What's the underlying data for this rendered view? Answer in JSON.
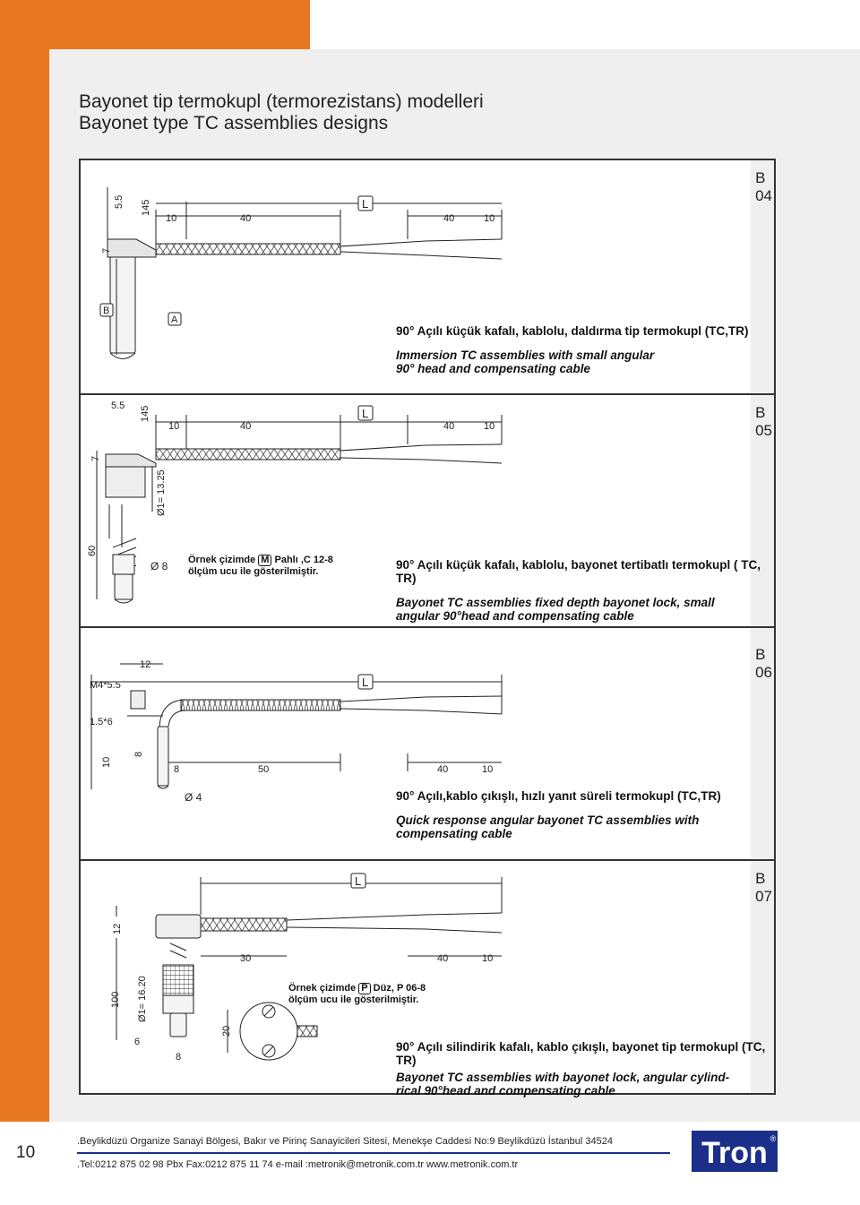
{
  "header": {
    "title_tr": "Bayonet tip termokupl (termorezistans) modelleri",
    "title_en": "Bayonet type TC assemblies designs"
  },
  "sections": [
    {
      "code_letter": "B",
      "code_number": "04",
      "desc_tr": "90° Açılı küçük kafalı, kablolu, daldırma tip termokupl (TC,TR)",
      "desc_en_1": "Immersion TC assemblies with small angular",
      "desc_en_2": "90° head and compensating cable",
      "dims": {
        "d55": "5.5",
        "d145": "145",
        "d10a": "10",
        "d40a": "40",
        "L": "L",
        "d40b": "40",
        "d10b": "10",
        "d7": "7",
        "B": "B",
        "A": "A"
      }
    },
    {
      "code_letter": "B",
      "code_number": "05",
      "desc_tr": "90° Açılı küçük kafalı, kablolu, bayonet tertibatlı termokupl ( TC, TR)",
      "desc_en_1": "Bayonet TC assemblies fixed depth bayonet lock, small",
      "desc_en_2": "angular 90°head and compensating cable",
      "note_1a": "Örnek çizimde",
      "note_box": "M",
      "note_1b": "Pahlı ,C 12-8",
      "note_2": "ölçüm ucu ile gösterilmiştir.",
      "dims": {
        "d55": "5.5",
        "d145": "145",
        "d10a": "10",
        "d40a": "40",
        "L": "L",
        "d40b": "40",
        "d10b": "10",
        "d7": "7",
        "dia1325": "Ø1= 13.25",
        "d60": "60",
        "dia8": "Ø 8"
      }
    },
    {
      "code_letter": "B",
      "code_number": "06",
      "desc_tr": "90° Açılı,kablo çıkışlı, hızlı yanıt süreli termokupl (TC,TR)",
      "desc_en_1": "Quick response angular bayonet TC assemblies with",
      "desc_en_2": "compensating cable",
      "dims": {
        "d12": "12",
        "m4": "M4*5.5",
        "L": "L",
        "d156": "1.5*6",
        "d10": "10",
        "d8a": "8",
        "d8b": "8",
        "d50": "50",
        "d40": "40",
        "d10b": "10",
        "dia4": "Ø 4"
      }
    },
    {
      "code_letter": "B",
      "code_number": "07",
      "desc_tr": "90° Açılı silindirik kafalı, kablo çıkışlı, bayonet tip termokupl (TC, TR)",
      "desc_en_1": "Bayonet TC assemblies with bayonet lock, angular cylind-",
      "desc_en_2": "rical 90°head and compensating cable",
      "note_1a": "Örnek çizimde",
      "note_box": "P",
      "note_1b": "Düz, P 06-8",
      "note_2": "ölçüm ucu ile gösterilmiştir.",
      "dims": {
        "L": "L",
        "d12": "12",
        "d30": "30",
        "d40": "40",
        "d10": "10",
        "d100": "100",
        "dia1620": "Ø1= 16.20",
        "d6": "6",
        "d8": "8",
        "d20": "20"
      }
    }
  ],
  "footer": {
    "page_number": "10",
    "address": ".Beylikdüzü Organize Sanayi Bölgesi, Bakır ve Pirinç Sanayicileri Sitesi, Menekşe Caddesi No:9 Beylikdüzü İstanbul 34524",
    "contact": ".Tel:0212 875 02 98 Pbx   Fax:0212 875 11 74   e-mail :metronik@metronik.com.tr   www.metronik.com.tr",
    "logo_text": "Tron",
    "registered": "®"
  },
  "colors": {
    "accent": "#e87722",
    "panel": "#efefef",
    "rule": "#1b2f8a",
    "logo": "#1b2f8a"
  }
}
